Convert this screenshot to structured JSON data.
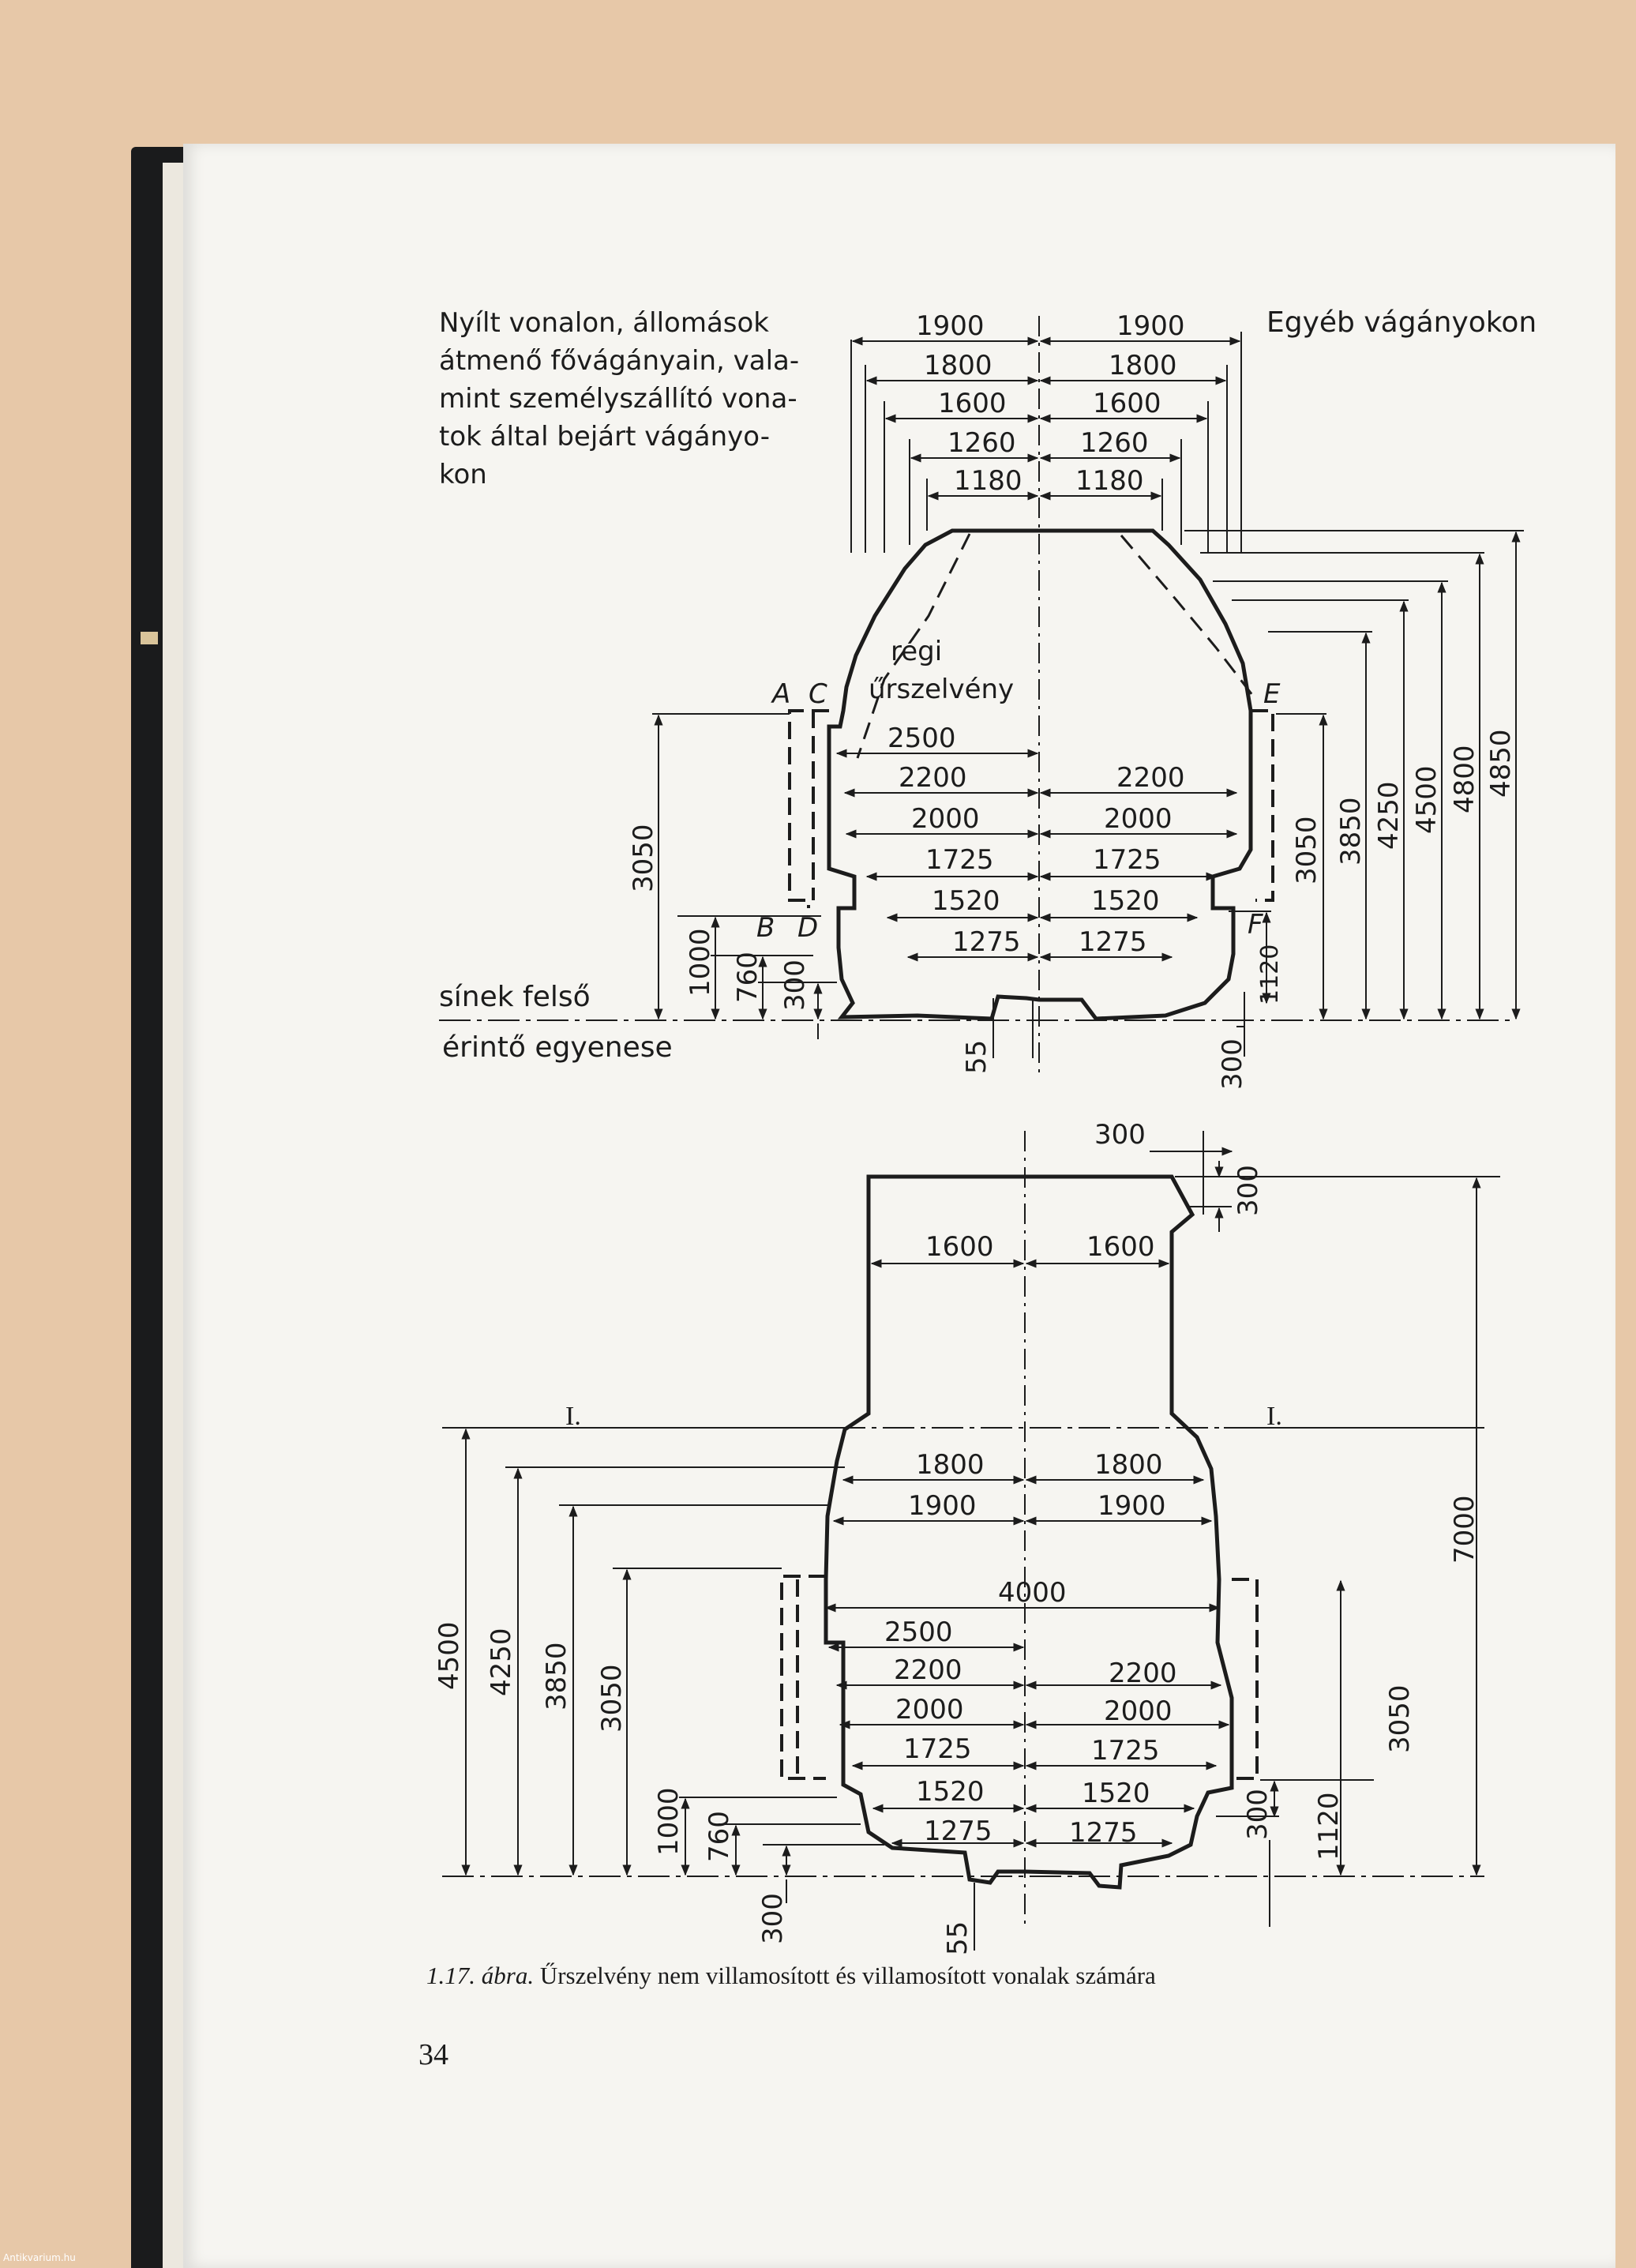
{
  "figure": {
    "top_note_left": [
      "Nyílt vonalon, állomások",
      "átmenő fővágányain, vala-",
      "mint személyszállító vona-",
      "tok által bejárt vágányo-",
      "kon"
    ],
    "top_note_right": "Egyéb vágányokon",
    "rails_label": [
      "sínek felső",
      "érintő egyenese"
    ],
    "regi_label": [
      "régi",
      "űrszelvény"
    ],
    "point_labels": {
      "A": "A",
      "C": "C",
      "B": "B",
      "D": "D",
      "E": "E",
      "F": "F"
    },
    "upper_half_widths": [
      "1900",
      "1800",
      "1600",
      "1260",
      "1180"
    ],
    "upper_body_left": [
      "2500",
      "2200",
      "2000",
      "1725",
      "1520",
      "1275"
    ],
    "upper_body_right": [
      "2200",
      "2000",
      "1725",
      "1520",
      "1275"
    ],
    "upper_left_heights": [
      "3050",
      "1000",
      "760",
      "300"
    ],
    "upper_right_heights": [
      "3050",
      "3850",
      "4250",
      "4500",
      "4800",
      "4850"
    ],
    "upper_small": {
      "f_height": "1120",
      "bottom_right": "300",
      "bottom_center": "55"
    },
    "lower_top": {
      "corner": "300",
      "corner_vertical": "300",
      "half_left": "1600",
      "half_right": "1600"
    },
    "section_marks": [
      "I.",
      "I."
    ],
    "lower_mid": [
      "1800",
      "1800",
      "1900",
      "1900",
      "4000"
    ],
    "lower_body_left": [
      "2500",
      "2200",
      "2000",
      "1725",
      "1520",
      "1275"
    ],
    "lower_body_right": [
      "2200",
      "2000",
      "1725",
      "1520",
      "1275"
    ],
    "lower_left_heights": [
      "4500",
      "4250",
      "3850",
      "3050",
      "1000",
      "760",
      "300",
      "55"
    ],
    "lower_right_heights": [
      "7000",
      "3050",
      "300",
      "1120"
    ]
  },
  "caption": {
    "number": "1.17. ábra.",
    "text": " Űrszelvény nem villamosított és villamosított vonalak számára"
  },
  "page_number": "34",
  "watermark": "Antikvarium.hu"
}
